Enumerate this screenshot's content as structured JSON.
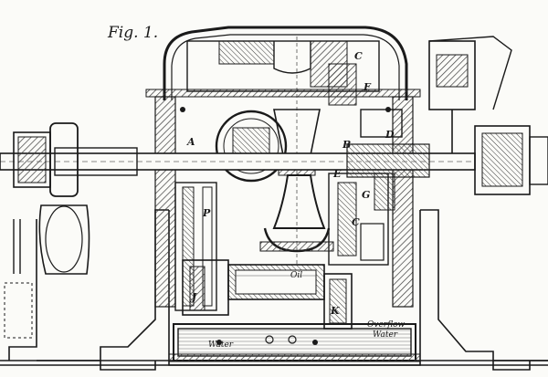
{
  "figure": {
    "title": "Fig. 1.",
    "labels": {
      "A": "A",
      "B": "B",
      "C_top": "C",
      "C_lower": "C",
      "D": "D",
      "E": "E",
      "F": "F",
      "G": "G",
      "J": "J",
      "K": "K",
      "P": "P",
      "oil": "Oil",
      "water": "Water",
      "overflow": "Overflow",
      "overflow_water": "Water"
    }
  },
  "colors": {
    "ink": "#1a1a1a",
    "paper": "#fbfbf8",
    "hatch": "#3a3a3a"
  }
}
